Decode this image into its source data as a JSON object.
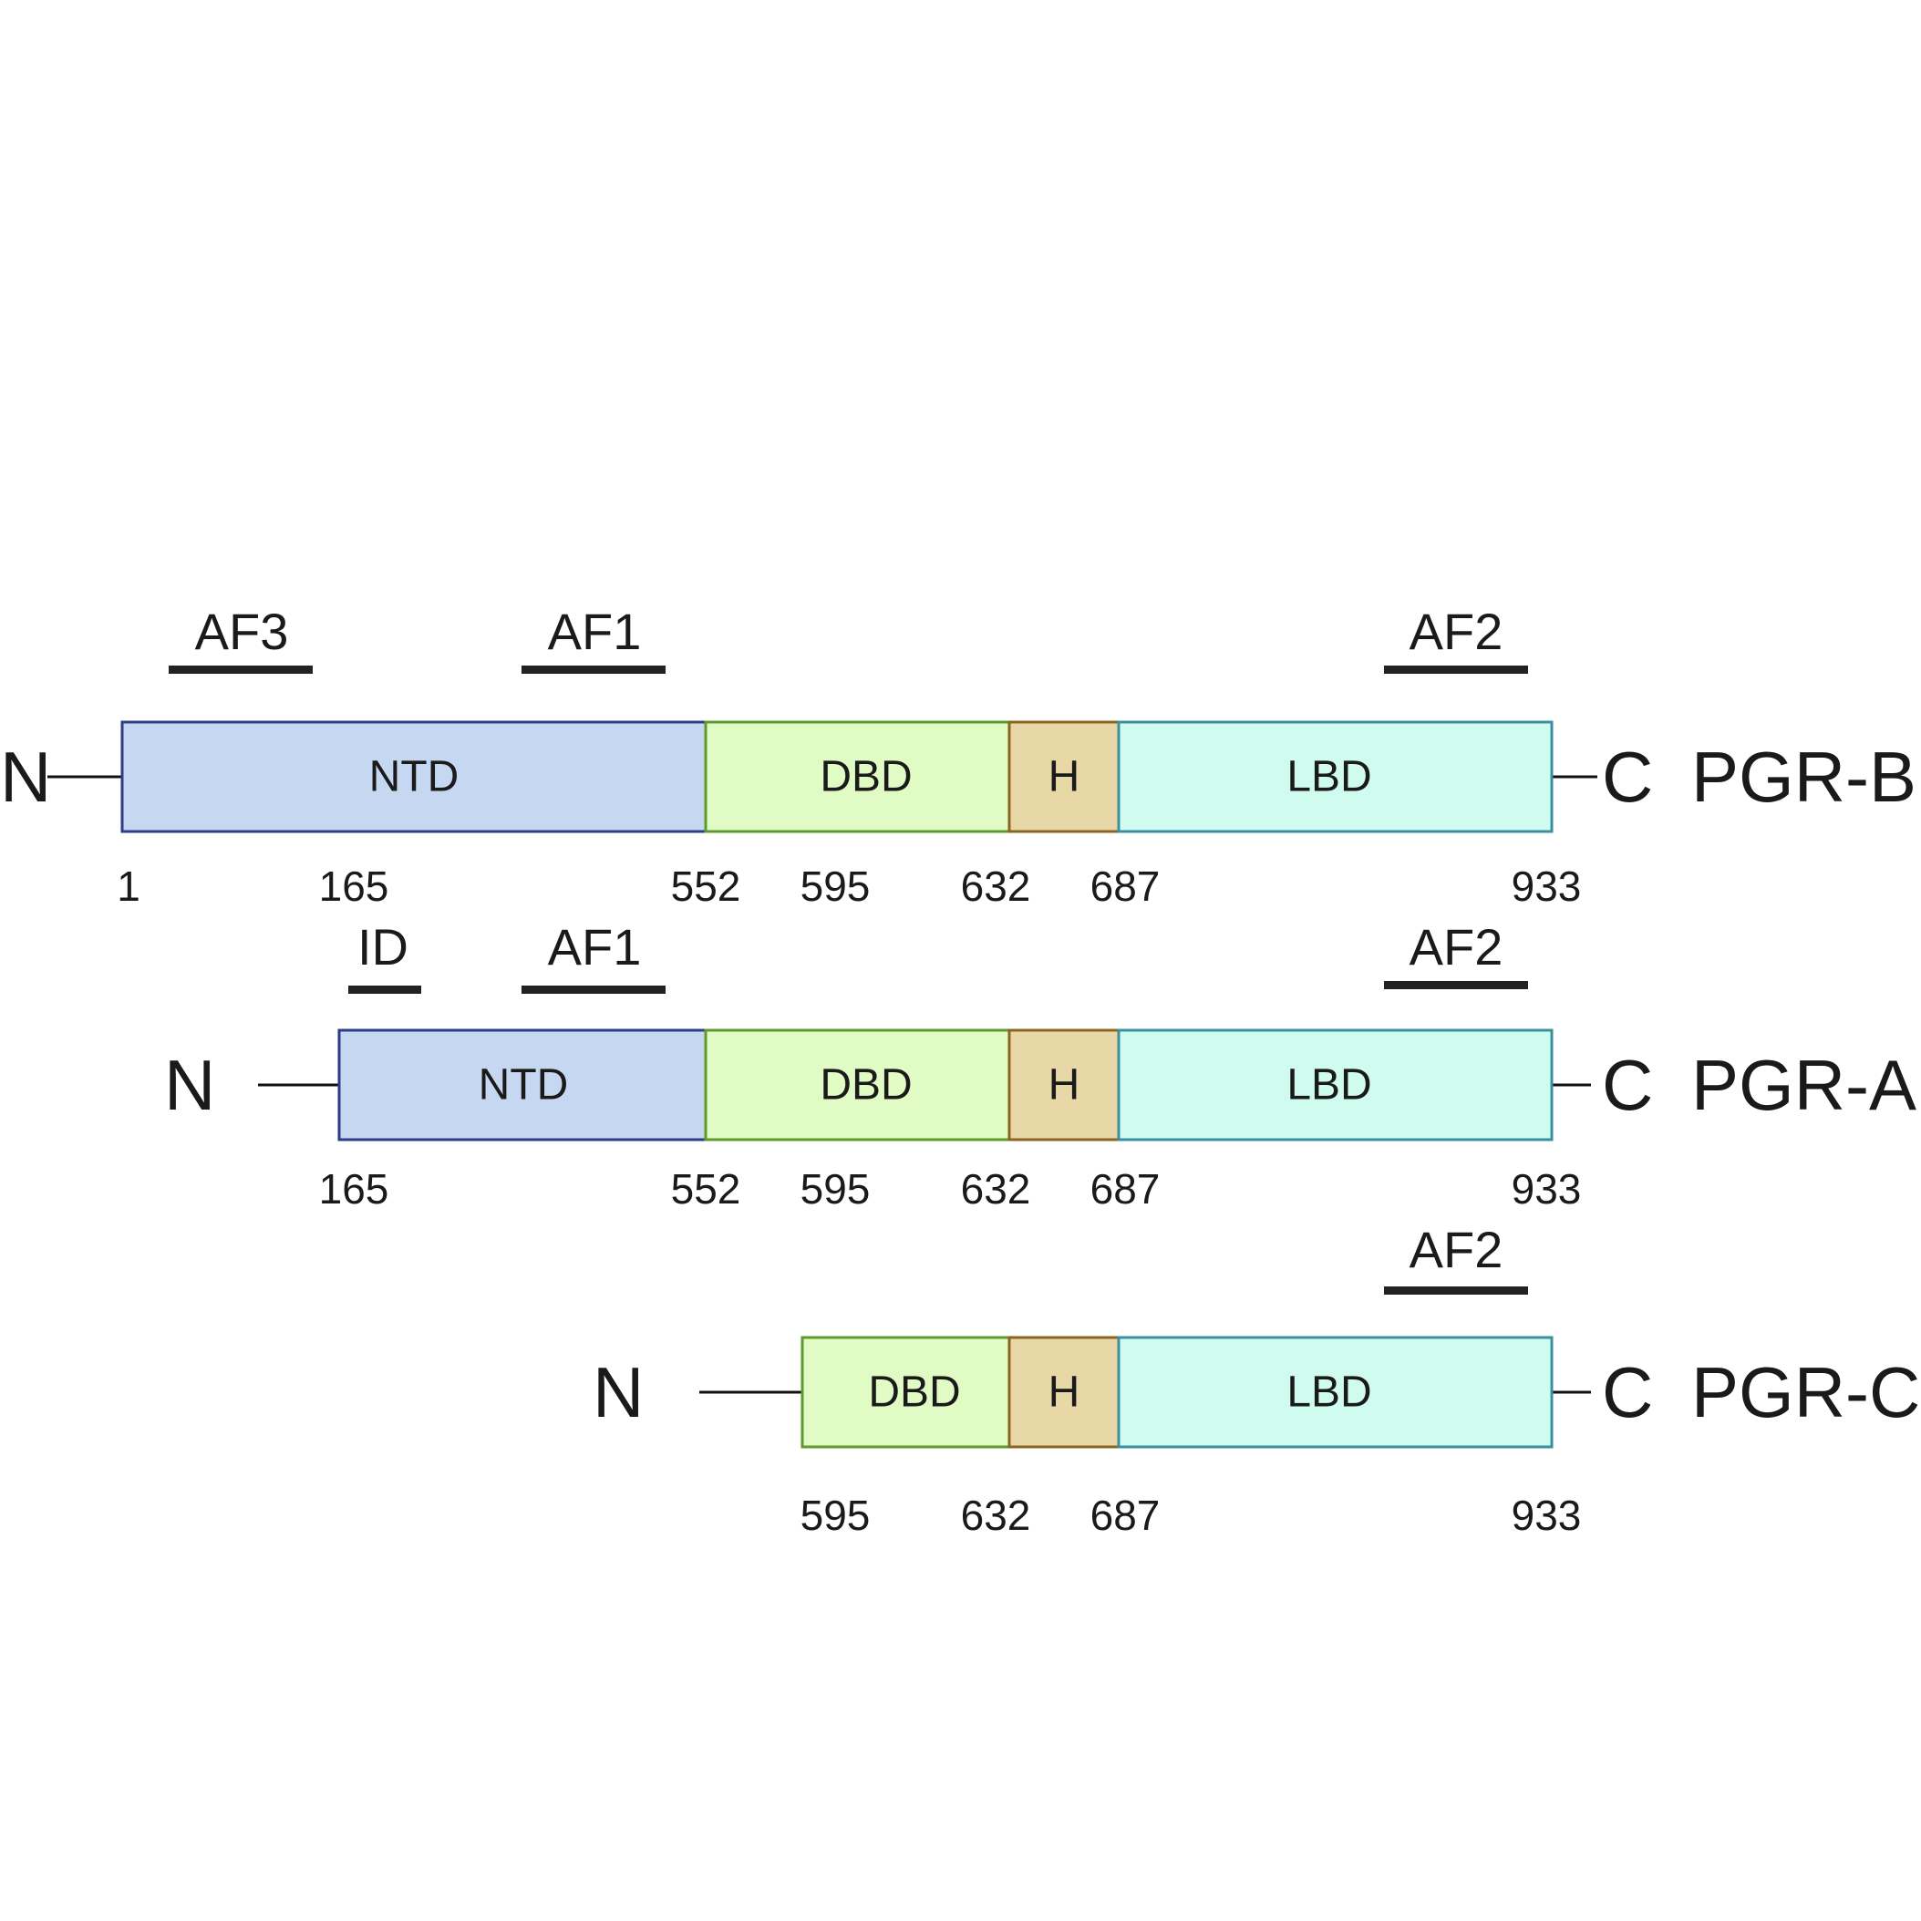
{
  "colors": {
    "NTD": {
      "fill": "#c6d8f1",
      "stroke": "#2d3d8a"
    },
    "DBD": {
      "fill": "#e1fbc4",
      "stroke": "#5e9a2c"
    },
    "H": {
      "fill": "#e8d7a7",
      "stroke": "#8a6520"
    },
    "LBD": {
      "fill": "#cffcef",
      "stroke": "#3b8f9f"
    },
    "bar": "#222222",
    "line": "#111111"
  },
  "isoforms": [
    {
      "name": "PGR-B",
      "n_label": "N",
      "c_label": "C",
      "domains": [
        {
          "label": "NTD",
          "start": 1,
          "end": 552,
          "type": "NTD"
        },
        {
          "label": "DBD",
          "start": 552,
          "end": 632,
          "type": "DBD"
        },
        {
          "label": "H",
          "start": 632,
          "end": 687,
          "type": "H"
        },
        {
          "label": "LBD",
          "start": 687,
          "end": 933,
          "type": "LBD"
        }
      ],
      "functions": [
        {
          "label": "AF3"
        },
        {
          "label": "AF1"
        },
        {
          "label": "AF2"
        }
      ],
      "positions": [
        "1",
        "165",
        "552",
        "595",
        "632",
        "687",
        "933"
      ]
    },
    {
      "name": "PGR-A",
      "n_label": "N",
      "c_label": "C",
      "domains": [
        {
          "label": "NTD",
          "start": 165,
          "end": 552,
          "type": "NTD"
        },
        {
          "label": "DBD",
          "start": 552,
          "end": 632,
          "type": "DBD"
        },
        {
          "label": "H",
          "start": 632,
          "end": 687,
          "type": "H"
        },
        {
          "label": "LBD",
          "start": 687,
          "end": 933,
          "type": "LBD"
        }
      ],
      "functions": [
        {
          "label": "ID"
        },
        {
          "label": "AF1"
        },
        {
          "label": "AF2"
        }
      ],
      "positions": [
        "165",
        "552",
        "595",
        "632",
        "687",
        "933"
      ]
    },
    {
      "name": "PGR-C",
      "n_label": "N",
      "c_label": "C",
      "domains": [
        {
          "label": "DBD",
          "start": 595,
          "end": 632,
          "type": "DBD"
        },
        {
          "label": "H",
          "start": 632,
          "end": 687,
          "type": "H"
        },
        {
          "label": "LBD",
          "start": 687,
          "end": 933,
          "type": "LBD"
        }
      ],
      "functions": [
        {
          "label": "AF2"
        }
      ],
      "positions": [
        "595",
        "632",
        "687",
        "933"
      ]
    }
  ]
}
